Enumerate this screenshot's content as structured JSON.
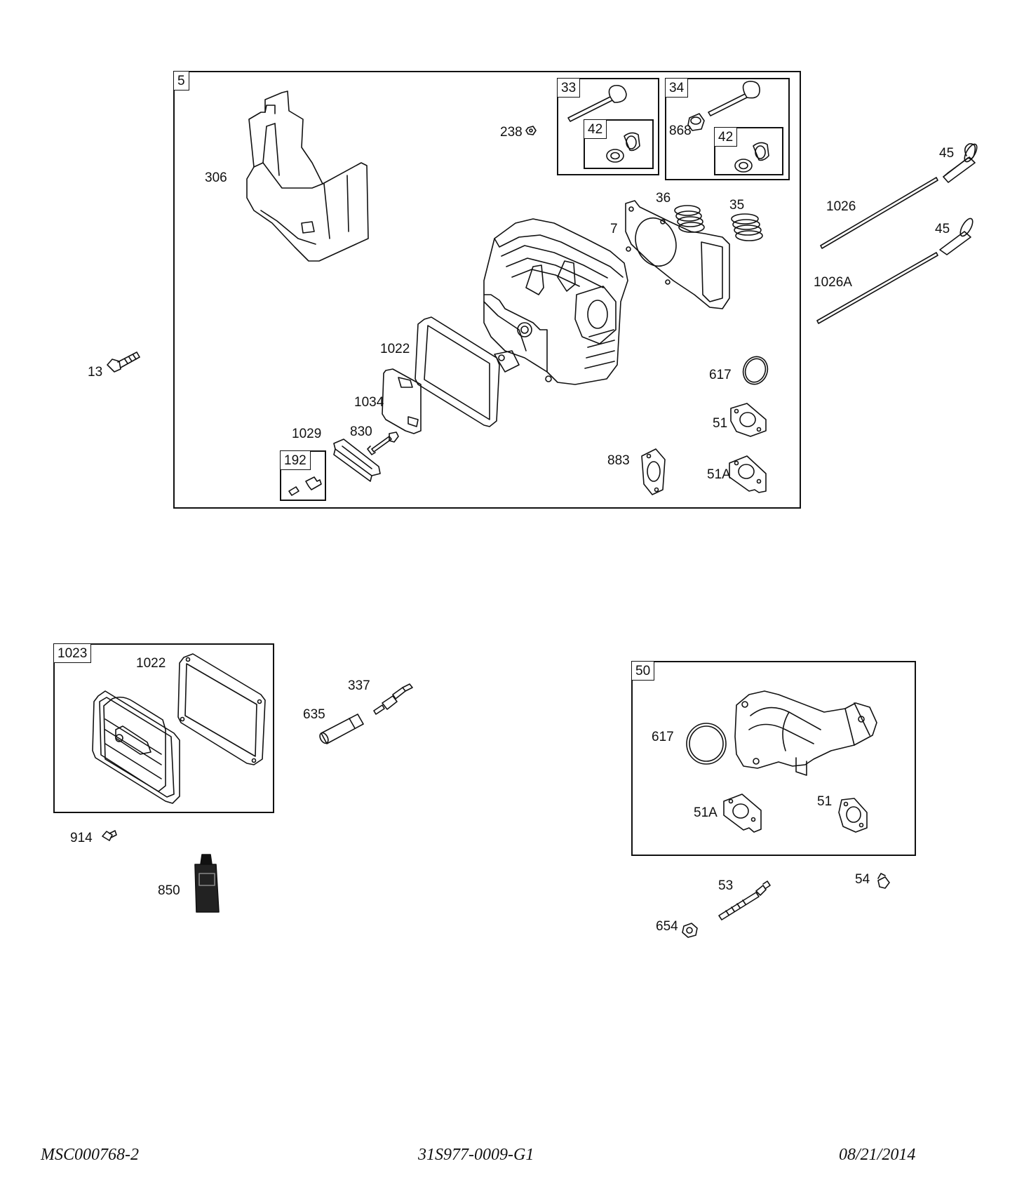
{
  "groups": {
    "g5": "5",
    "g33": "33",
    "g34": "34",
    "g42a": "42",
    "g42b": "42",
    "g192": "192",
    "g1023": "1023",
    "g50": "50"
  },
  "parts": {
    "p306": "306",
    "p238": "238",
    "p868": "868",
    "p36": "36",
    "p35": "35",
    "p7": "7",
    "p1022a": "1022",
    "p1034": "1034",
    "p1029": "1029",
    "p830": "830",
    "p617a": "617",
    "p51a": "51",
    "p883": "883",
    "p51Aa": "51A",
    "p13": "13",
    "p45a": "45",
    "p1026": "1026",
    "p45b": "45",
    "p1026A": "1026A",
    "p1022b": "1022",
    "p337": "337",
    "p635": "635",
    "p914": "914",
    "p850": "850",
    "p617b": "617",
    "p51Ab": "51A",
    "p51b": "51",
    "p53": "53",
    "p54": "54",
    "p654": "654"
  },
  "footer": {
    "left": "MSC000768-2",
    "center": "31S977-0009-G1",
    "right": "08/21/2014"
  },
  "icons": [
    "shroud",
    "valve",
    "valve-seal",
    "rocker-nut",
    "valve-spring",
    "head-gasket",
    "cylinder-head",
    "rocker-cover-gasket",
    "breather-plate",
    "bracket",
    "stud",
    "o-ring",
    "intake-gasket",
    "bolt",
    "push-rod",
    "rocker-cover",
    "spark-plug",
    "tube",
    "sealant-tube",
    "intake-elbow",
    "nut"
  ]
}
